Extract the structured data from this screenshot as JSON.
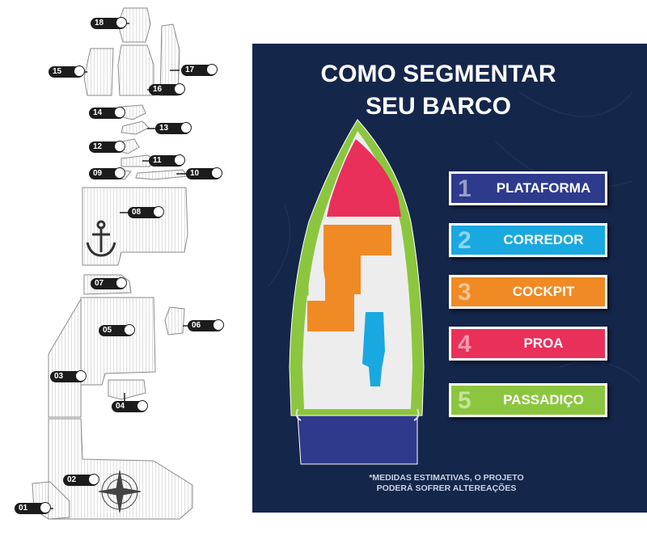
{
  "title_line1": "COMO SEGMENTAR",
  "title_line2": "SEU BARCO",
  "legend": [
    {
      "number": "1",
      "label": "PLATAFORMA",
      "color": "#2e3a8c"
    },
    {
      "number": "2",
      "label": "CORREDOR",
      "color": "#1aa8e0"
    },
    {
      "number": "3",
      "label": "COCKPIT",
      "color": "#f08a24"
    },
    {
      "number": "4",
      "label": "PROA",
      "color": "#e8305a"
    },
    {
      "number": "5",
      "label": "PASSADIÇO",
      "color": "#8cc63f"
    }
  ],
  "footnote_line1": "*MEDIDAS ESTIMATIVAS, O PROJETO",
  "footnote_line2": "PODERÁ SOFRER ALTEREAÇÕES",
  "pieces": [
    "01",
    "02",
    "03",
    "04",
    "05",
    "06",
    "07",
    "08",
    "09",
    "10",
    "11",
    "12",
    "13",
    "14",
    "15",
    "16",
    "17",
    "18"
  ],
  "colors": {
    "panel_bg": "#14264a",
    "hull_outline": "#8cc63f",
    "deck_base": "#ededed"
  }
}
